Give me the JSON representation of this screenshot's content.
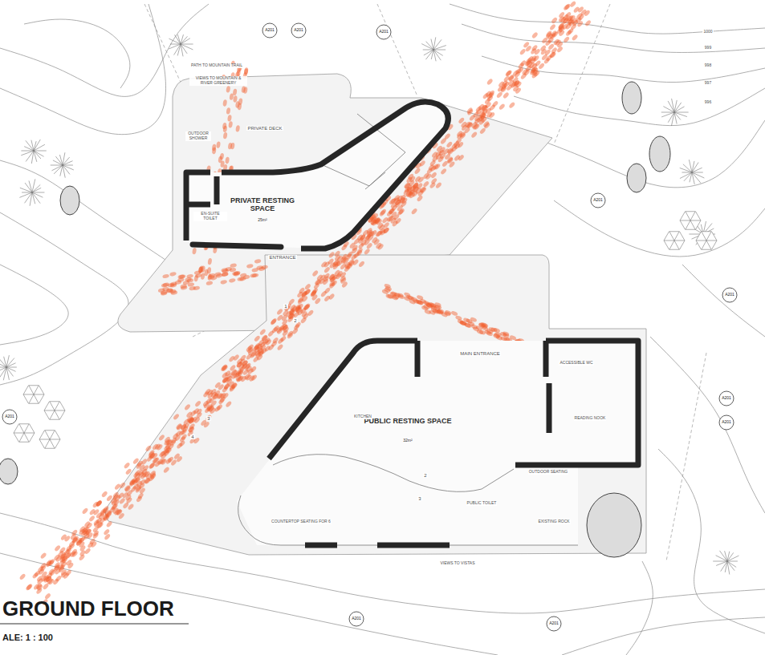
{
  "diagram": {
    "title": "GROUND FLOOR",
    "nodes": [
      {
        "text": [
          "PRIVATE RESTING SPACE",
          "25m²"
        ]
      },
      {
        "text": [
          "PUBLIC RESTING SPACE",
          "32m²"
        ]
      }
    ],
    "labels": [
      "PATH TO MOUNTAIN TRAIL",
      "VIEWS TO MOUNTAIN & RIVER GREENERY",
      "PRIVATE DECK",
      "OUTDOOR SHOWER",
      "EN-SUITE TOILET",
      "ENTRANCE",
      "MAIN ENTRANCE",
      "KITCHEN",
      "ACCESSIBLE WC",
      "READING NOOK",
      "OUTDOOR SEATING",
      "PUBLIC TOILET",
      "EXISTING ROCK",
      "COUNTERTOP SEATING FOR 6",
      "VIEWS TO VISTAS",
      "A201",
      "A201",
      "A201",
      "A201",
      "A201",
      "A201",
      "A201",
      "A201",
      "A201",
      "A201",
      "1000",
      "999",
      "998",
      "997",
      "996",
      "1",
      "2",
      "3",
      "4",
      "2",
      "3",
      "ALE: 1 : 100"
    ]
  }
}
